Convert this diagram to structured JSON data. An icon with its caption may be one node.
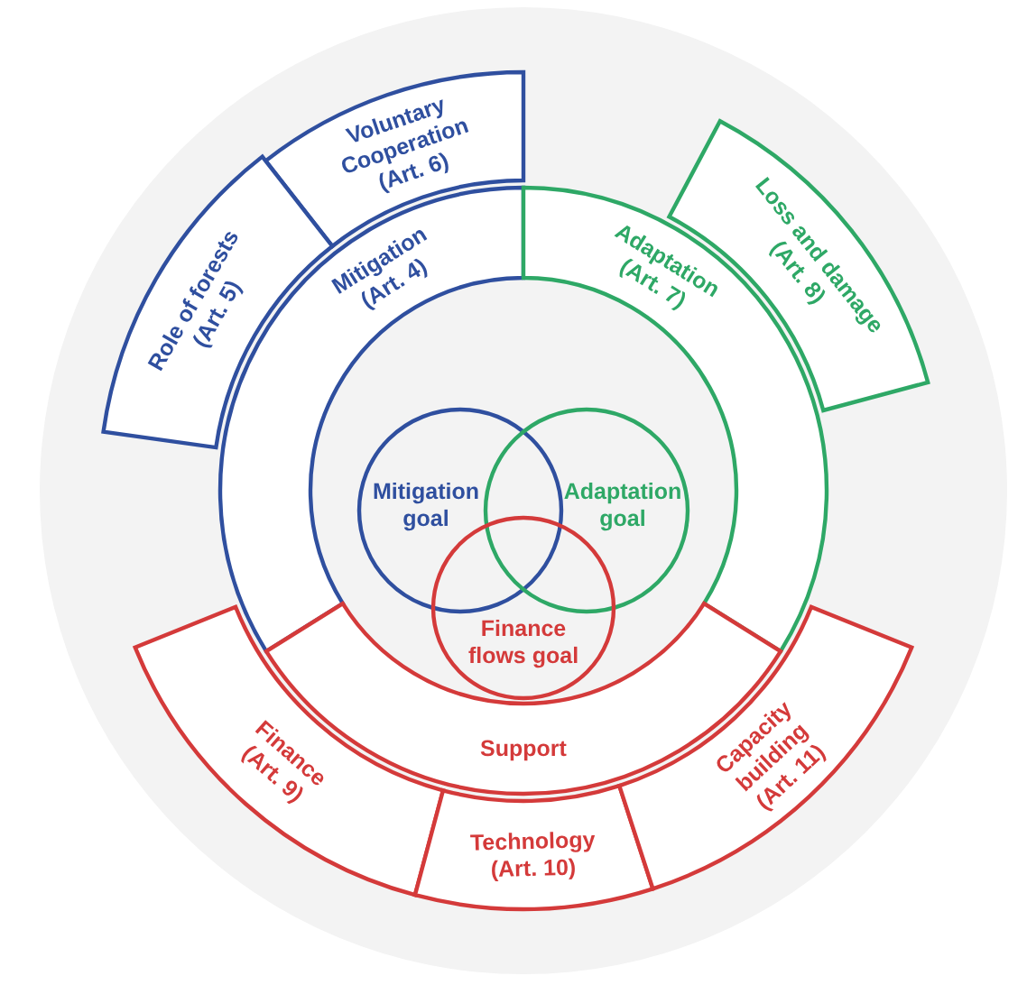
{
  "diagram": {
    "nodes": [
      {
        "text": [
          "Voluntary Cooperation (Art. 6)"
        ]
      },
      {
        "text": [
          "Role of forests (Art. 5)"
        ]
      },
      {
        "text": [
          "Loss and damage (Art. 8)"
        ]
      },
      {
        "text": [
          "Mitigation (Art. 4)"
        ]
      },
      {
        "text": [
          "Adaptation (Art. 7)"
        ]
      },
      {
        "text": [
          "Mitigation goal"
        ]
      },
      {
        "text": [
          "Adaptation goal"
        ]
      },
      {
        "text": [
          "Finance flows goal"
        ]
      },
      {
        "text": [
          "Support"
        ]
      },
      {
        "text": [
          "Finance (Art. 9)"
        ]
      },
      {
        "text": [
          "Technology (Art. 10)"
        ]
      },
      {
        "text": [
          "Capacity building (Art. 11)"
        ]
      }
    ]
  }
}
